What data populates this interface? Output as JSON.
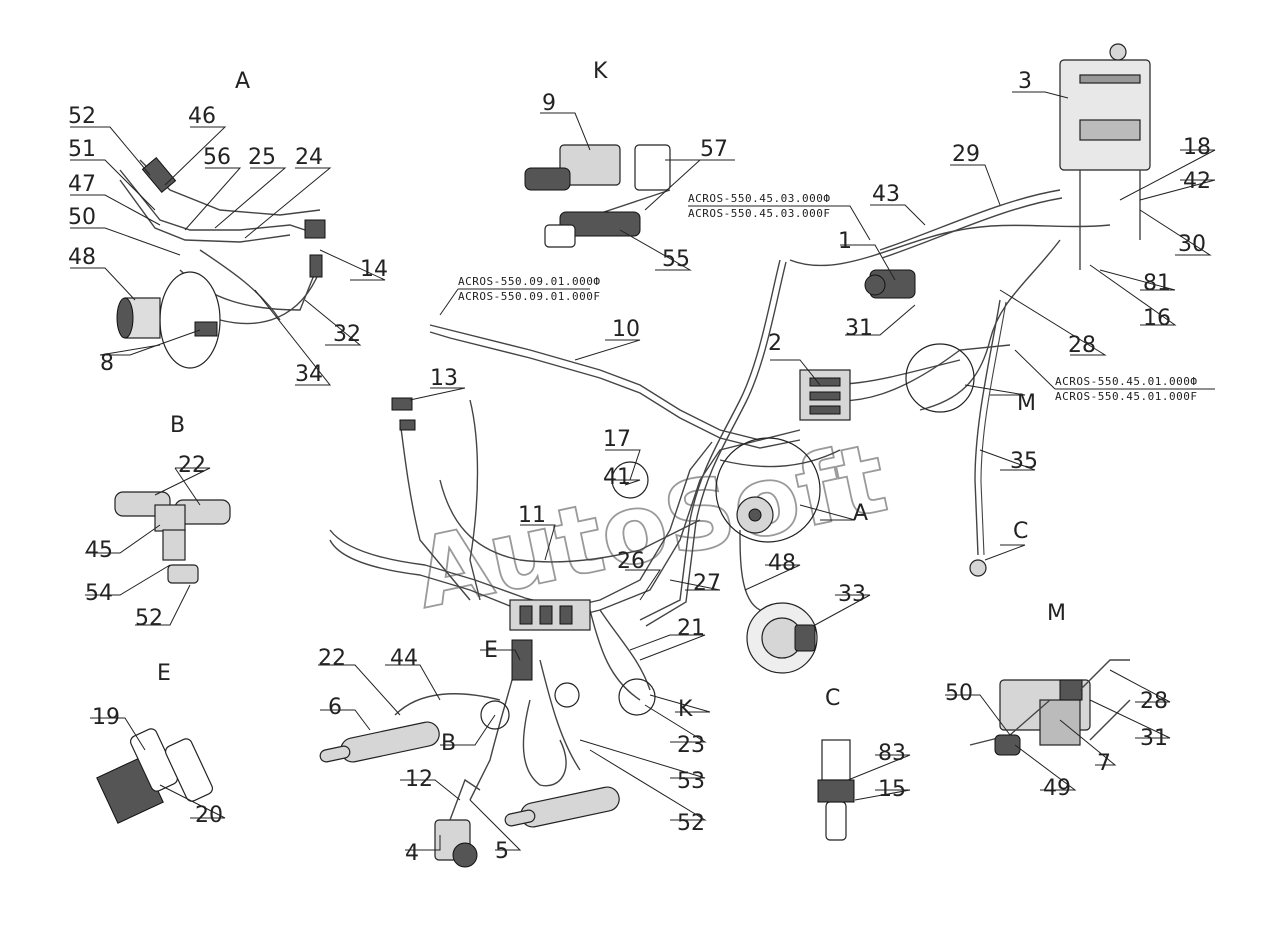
{
  "watermark": "AutoSoft",
  "section_labels": {
    "A_top": "A",
    "K_top": "K",
    "B": "B",
    "E": "E",
    "M": "M",
    "C": "C",
    "A_callout": "A",
    "B_callout": "B",
    "C_callout": "C",
    "E_callout": "E",
    "K_callout": "K",
    "M_callout": "M"
  },
  "codes": {
    "c1a": "ACROS-550.45.03.000Ф",
    "c1b": "ACROS-550.45.03.000F",
    "c2a": "ACROS-550.09.01.000Ф",
    "c2b": "ACROS-550.09.01.000F",
    "c3a": "ACROS-550.45.01.000Ф",
    "c3b": "ACROS-550.45.01.000F"
  },
  "numbers": {
    "n52a": "52",
    "n46": "46",
    "n51": "51",
    "n56": "56",
    "n25": "25",
    "n24": "24",
    "n47": "47",
    "n50a": "50",
    "n48a": "48",
    "n14": "14",
    "n32": "32",
    "n8": "8",
    "n34": "34",
    "n9": "9",
    "n57": "57",
    "n55": "55",
    "n3": "3",
    "n29": "29",
    "n43": "43",
    "n18": "18",
    "n42": "42",
    "n30": "30",
    "n81": "81",
    "n16": "16",
    "n1": "1",
    "n31a": "31",
    "n28a": "28",
    "n2": "2",
    "n10": "10",
    "n13": "13",
    "n35": "35",
    "n17": "17",
    "n41": "41",
    "n11": "11",
    "n22a": "22",
    "n45": "45",
    "n54": "54",
    "n52b": "52",
    "n26": "26",
    "n27": "27",
    "n48b": "48",
    "n33": "33",
    "n21": "21",
    "n22b": "22",
    "n44": "44",
    "n6": "6",
    "n23": "23",
    "n53": "53",
    "n52c": "52",
    "n12": "12",
    "n4": "4",
    "n5": "5",
    "n19": "19",
    "n20": "20",
    "n50b": "50",
    "n28b": "28",
    "n31b": "31",
    "n49": "49",
    "n7": "7",
    "n83": "83",
    "n15": "15"
  }
}
